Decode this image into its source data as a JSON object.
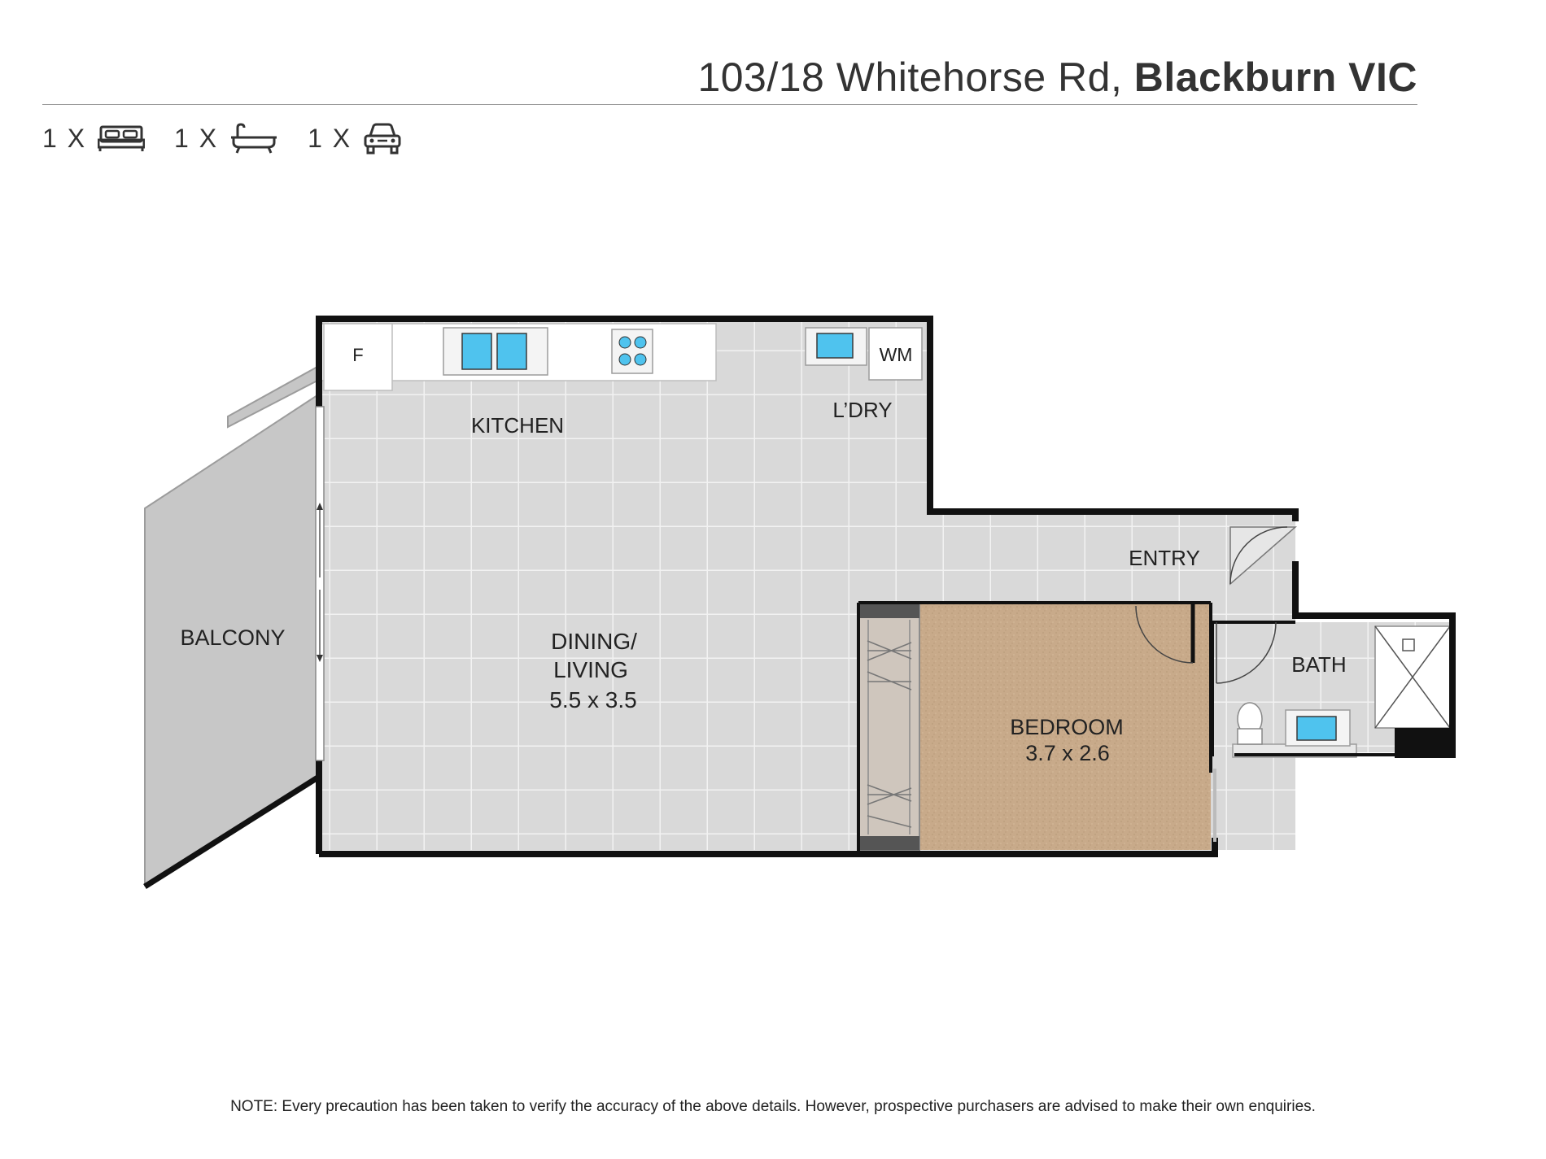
{
  "header": {
    "address": "103/18 Whitehorse Rd,",
    "suburb": "Blackburn VIC"
  },
  "features": [
    {
      "count": "1 X",
      "icon": "bed-icon"
    },
    {
      "count": "1 X",
      "icon": "bath-icon"
    },
    {
      "count": "1 X",
      "icon": "car-icon"
    }
  ],
  "rooms": {
    "balcony": "BALCONY",
    "kitchen": "KITCHEN",
    "laundry": "L’DRY",
    "fridge": "F",
    "washing_machine": "WM",
    "dining_line1": "DINING/",
    "dining_line2": "LIVING",
    "dining_size": "5.5 x 3.5",
    "entry": "ENTRY",
    "bedroom": "BEDROOM",
    "bedroom_size": "3.7 x 2.6",
    "bath": "BATH"
  },
  "colors": {
    "wall": "#111111",
    "tile": "#dadada",
    "carpet": "#c9ac8c",
    "balcony": "#c8c8c8",
    "water": "#4fc3ee"
  },
  "note": "NOTE: Every precaution has been taken to verify the accuracy of the above details. However, prospective purchasers are advised to make their own enquiries."
}
